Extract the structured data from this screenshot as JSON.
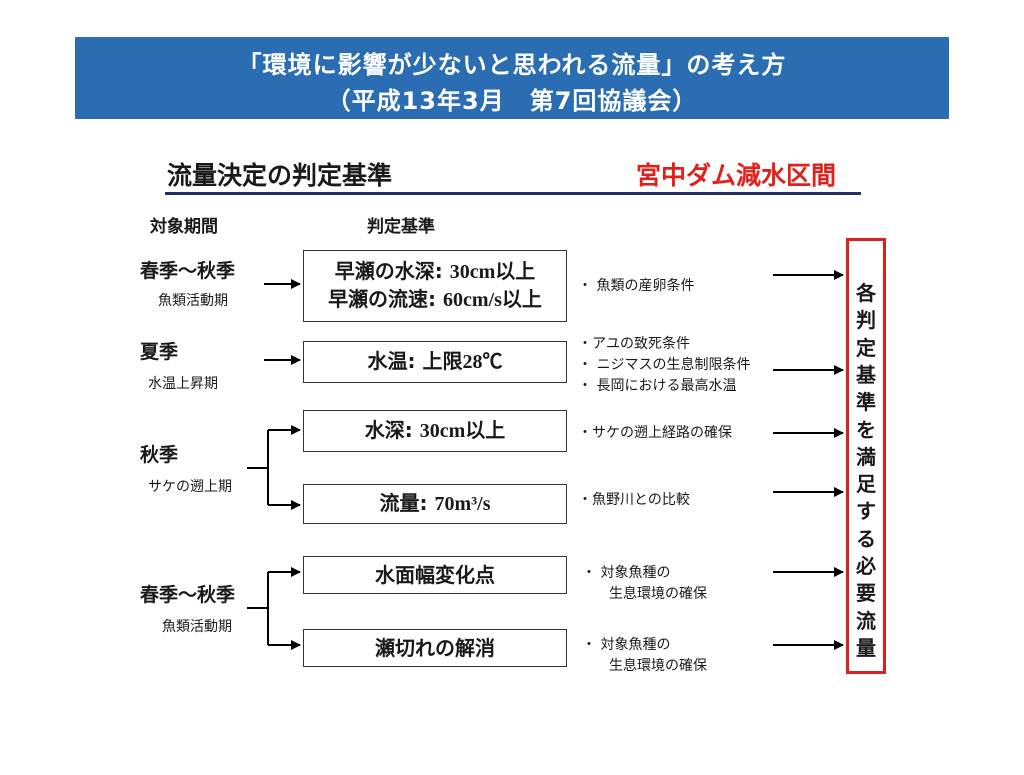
{
  "banner": {
    "title": "「環境に影響が少ないと思われる流量」の考え方",
    "subtitle": "（平成13年3月　第7回協議会）"
  },
  "headings": {
    "left": "流量決定の判定基準",
    "right": "宮中ダム減水区間"
  },
  "column_headers": {
    "period": "対象期間",
    "criteria": "判定基準"
  },
  "rows": [
    {
      "period": "春季～秋季",
      "period_sub": "魚類活動期",
      "criteria": [
        {
          "label": "早瀬の水深:",
          "value": "30cm以上"
        },
        {
          "label": "早瀬の流速:",
          "value": "60cm/s以上"
        }
      ],
      "notes": [
        "・ 魚類の産卵条件"
      ]
    },
    {
      "period": "夏季",
      "period_sub": "水温上昇期",
      "criteria": [
        {
          "label": "水温:",
          "value": "上限28℃"
        }
      ],
      "notes": [
        "・アユの致死条件",
        "・ ニジマスの生息制限条件",
        "・ 長岡における最高水温"
      ]
    },
    {
      "period": "秋季",
      "period_sub": "サケの遡上期",
      "criteria_a": {
        "label": "水深:",
        "value": "30cm以上"
      },
      "notes_a": [
        "・サケの遡上経路の確保"
      ],
      "criteria_b": {
        "label": "流量:",
        "value": "70m³/s"
      },
      "notes_b": [
        "・魚野川との比較"
      ]
    },
    {
      "period": "春季～秋季",
      "period_sub": "魚類活動期",
      "criteria_a": {
        "label": "水面幅変化点"
      },
      "notes_a": [
        "・ 対象魚種の",
        "生息環境の確保"
      ],
      "criteria_b": {
        "label": "瀬切れの解消"
      },
      "notes_b": [
        "・ 対象魚種の",
        "生息環境の確保"
      ]
    }
  ],
  "result": {
    "text": "各判定基準を満足する必要流量",
    "border_color": "#d92121"
  },
  "colors": {
    "banner": "#2a6db3",
    "accent_red": "#e0201b",
    "rule": "#1f2f5f"
  }
}
